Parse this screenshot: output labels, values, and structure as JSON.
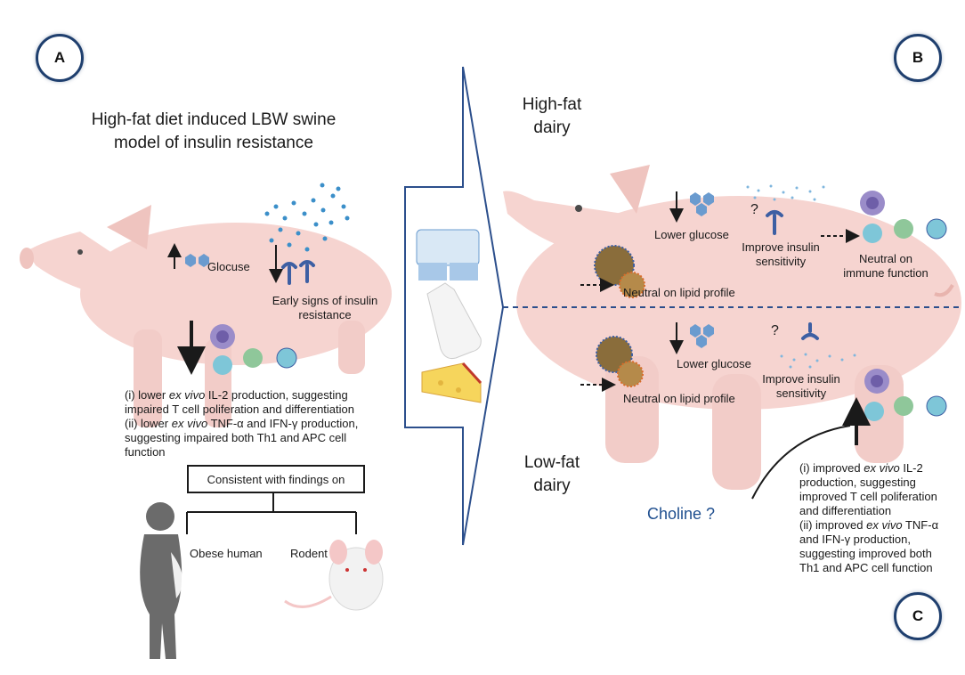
{
  "badges": {
    "a": "A",
    "b": "B",
    "c": "C"
  },
  "panel_a": {
    "title_line1": "High-fat diet induced LBW swine",
    "title_line2": "model of insulin resistance",
    "glucose_label": "Glocuse",
    "insulin_line1": "Early signs of insulin",
    "insulin_line2": "resistance",
    "findings": [
      {
        "pre": "(i) lower ",
        "em": "ex vivo",
        "post": " IL-2 production, suggesting"
      },
      {
        "pre": "impaired T cell poliferation and differentiation",
        "em": "",
        "post": ""
      },
      {
        "pre": "(ii) lower ",
        "em": "ex vivo",
        "post": " TNF-α and IFN-γ production,"
      },
      {
        "pre": "suggesting impaired both Th1 and APC cell",
        "em": "",
        "post": ""
      },
      {
        "pre": "function",
        "em": "",
        "post": ""
      }
    ],
    "consistent_box": "Consistent with findings on",
    "obese_label": "Obese human",
    "rodent_label": "Rodent"
  },
  "panel_b": {
    "high_fat_line1": "High-fat",
    "high_fat_line2": "dairy",
    "low_fat_line1": "Low-fat",
    "low_fat_line2": "dairy",
    "top_lower_glucose": "Lower glucose",
    "top_improve_line1": "Improve insulin",
    "top_improve_line2": "sensitivity",
    "top_neutral_immune_line1": "Neutral on",
    "top_neutral_immune_line2": "immune function",
    "top_neutral_lipid": "Neutral on lipid profile",
    "bottom_lower_glucose": "Lower glucose",
    "bottom_improve_line1": "Improve insulin",
    "bottom_improve_line2": "sensitivity",
    "bottom_neutral_lipid": "Neutral on lipid profile",
    "question_mark": "?",
    "choline": "Choline ?",
    "improved_findings": [
      {
        "pre": "(i) improved ",
        "em": "ex vivo",
        "post": " IL-2"
      },
      {
        "pre": "production, suggesting",
        "em": "",
        "post": ""
      },
      {
        "pre": "improved T cell poliferation",
        "em": "",
        "post": ""
      },
      {
        "pre": "and differentiation",
        "em": "",
        "post": ""
      },
      {
        "pre": "(ii) improved ",
        "em": "ex vivo",
        "post": " TNF-α"
      },
      {
        "pre": "and IFN-γ production,",
        "em": "",
        "post": ""
      },
      {
        "pre": "suggesting improved both",
        "em": "",
        "post": ""
      },
      {
        "pre": "Th1 and APC cell function",
        "em": "",
        "post": ""
      }
    ]
  },
  "colors": {
    "pig": "#f6d4d0",
    "pig_dark": "#e8b4ae",
    "dashed_line": "#2c4f8c",
    "badge_border": "#1f3f6e",
    "hexagon": "#6a9bcf",
    "receptor": "#3d5fa3",
    "cell_purple": "#9a8cc9",
    "cell_teal": "#7ec6d8",
    "cell_green": "#8fc79a",
    "dots": "#3b8fc9"
  },
  "icons": [
    "pig-icon",
    "hexagon-glucose-icon",
    "insulin-receptor-icon",
    "dendritic-cell-icon",
    "t-cell-icon",
    "b-cell-icon",
    "yogurt-icon",
    "milk-bottle-icon",
    "cheese-icon",
    "lipoprotein-icon",
    "human-silhouette-icon",
    "rat-icon"
  ]
}
